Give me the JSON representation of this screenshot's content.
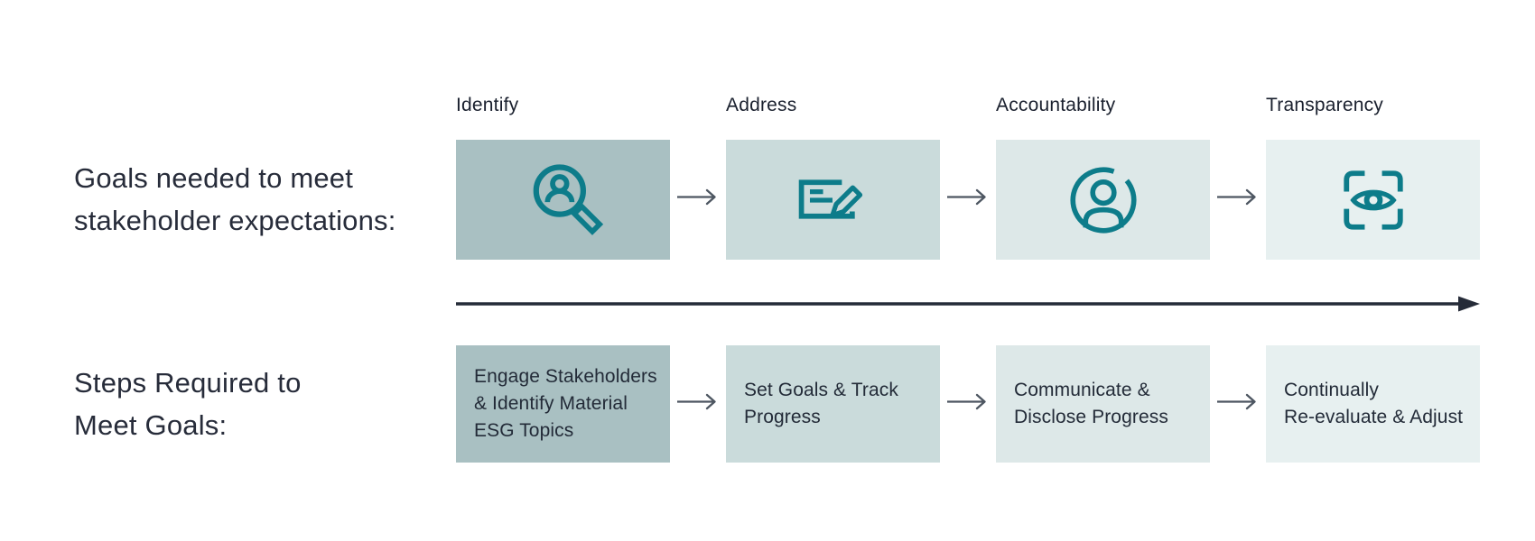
{
  "rows": {
    "goals": {
      "line1": "Goals needed to meet",
      "line2": "stakeholder expectations:"
    },
    "steps": {
      "line1": "Steps Required to",
      "line2": "Meet Goals:"
    }
  },
  "stages": [
    {
      "header": "Identify",
      "icon": "search-person-icon",
      "box_color": "#a9c0c2",
      "step_lines": [
        "Engage Stakeholders",
        "& Identify Material",
        "ESG Topics"
      ]
    },
    {
      "header": "Address",
      "icon": "note-pencil-icon",
      "box_color": "#cadbdb",
      "step_lines": [
        "Set Goals & Track",
        "Progress"
      ]
    },
    {
      "header": "Accountability",
      "icon": "person-circle-icon",
      "box_color": "#dde8e8",
      "step_lines": [
        "Communicate &",
        "Disclose Progress"
      ]
    },
    {
      "header": "Transparency",
      "icon": "eye-frame-icon",
      "box_color": "#e7f0f0",
      "step_lines": [
        "Continually",
        "Re-evaluate & Adjust"
      ]
    }
  ],
  "palette": {
    "icon_teal": "#0d7c8a",
    "dark_text": "#252b38",
    "small_arrow_gray": "#4d5661",
    "background": "#ffffff"
  }
}
